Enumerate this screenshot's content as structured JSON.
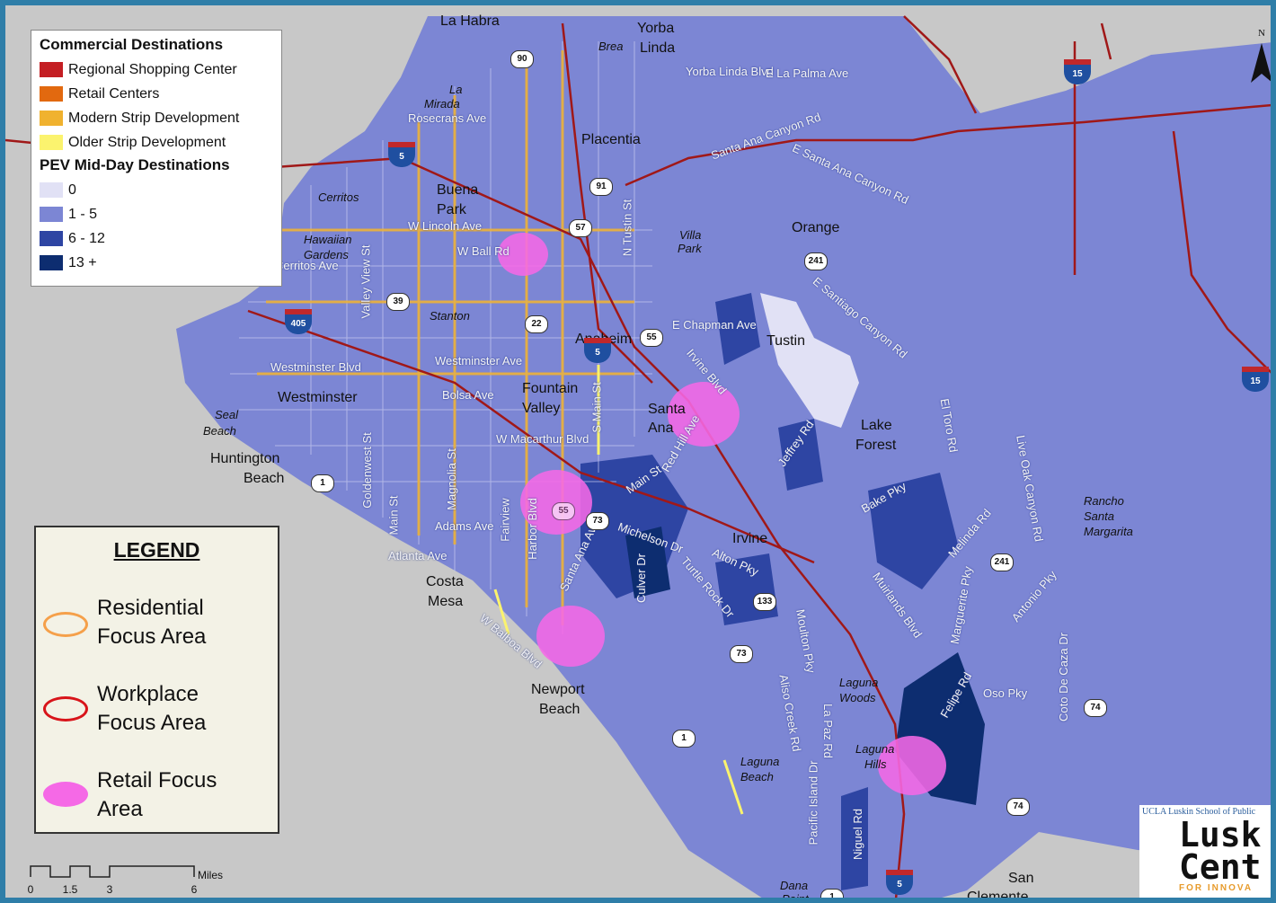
{
  "legend_commercial": {
    "title": "Commercial Destinations",
    "items": [
      {
        "label": "Regional Shopping Center",
        "color": "#c41e23"
      },
      {
        "label": "Retail Centers",
        "color": "#e2690f"
      },
      {
        "label": "Modern Strip Development",
        "color": "#f0b22f"
      },
      {
        "label": "Older Strip Development",
        "color": "#fbf36e"
      }
    ]
  },
  "legend_pev": {
    "title": "PEV Mid-Day Destinations",
    "items": [
      {
        "label": "0",
        "color": "#e1e1f5"
      },
      {
        "label": "1 - 5",
        "color": "#7c86d4"
      },
      {
        "label": "6 - 12",
        "color": "#2e45a3"
      },
      {
        "label": "13 +",
        "color": "#0d2d70"
      }
    ]
  },
  "legend_focus": {
    "title": "LEGEND",
    "items": [
      {
        "label_line1": "Residential",
        "label_line2": "Focus Area",
        "color": "#f5a04a",
        "style": "outline"
      },
      {
        "label_line1": "Workplace",
        "label_line2": "Focus Area",
        "color": "#d8141a",
        "style": "outline"
      },
      {
        "label_line1": "Retail Focus",
        "label_line2": "Area",
        "color": "#f569e6",
        "style": "filled"
      }
    ]
  },
  "places": [
    {
      "name": "La Habra",
      "italic": false
    },
    {
      "name": "Yorba",
      "italic": false
    },
    {
      "name": "Linda",
      "italic": false
    },
    {
      "name": "Brea",
      "italic": true
    },
    {
      "name": "La",
      "italic": true
    },
    {
      "name": "Mirada",
      "italic": true
    },
    {
      "name": "Placentia",
      "italic": false
    },
    {
      "name": "Cerritos",
      "italic": true
    },
    {
      "name": "Buena",
      "italic": false
    },
    {
      "name": "Park",
      "italic": false
    },
    {
      "name": "Hawaiian",
      "italic": true
    },
    {
      "name": "Gardens",
      "italic": true
    },
    {
      "name": "Villa",
      "italic": true
    },
    {
      "name": "Park",
      "italic": true
    },
    {
      "name": "Orange",
      "italic": false
    },
    {
      "name": "Stanton",
      "italic": true
    },
    {
      "name": "Anaheim",
      "italic": false
    },
    {
      "name": "Tustin",
      "italic": false
    },
    {
      "name": "Westminster",
      "italic": false
    },
    {
      "name": "Fountain",
      "italic": false
    },
    {
      "name": "Valley",
      "italic": false
    },
    {
      "name": "Santa",
      "italic": false
    },
    {
      "name": "Ana",
      "italic": false
    },
    {
      "name": "Seal",
      "italic": true
    },
    {
      "name": "Beach",
      "italic": true
    },
    {
      "name": "Huntington",
      "italic": false
    },
    {
      "name": "Beach",
      "italic": false
    },
    {
      "name": "Lake",
      "italic": false
    },
    {
      "name": "Forest",
      "italic": false
    },
    {
      "name": "Rancho",
      "italic": true
    },
    {
      "name": "Santa",
      "italic": true
    },
    {
      "name": "Margarita",
      "italic": true
    },
    {
      "name": "Irvine",
      "italic": false
    },
    {
      "name": "Costa",
      "italic": false
    },
    {
      "name": "Mesa",
      "italic": false
    },
    {
      "name": "Newport",
      "italic": false
    },
    {
      "name": "Beach",
      "italic": false
    },
    {
      "name": "Laguna",
      "italic": true
    },
    {
      "name": "Woods",
      "italic": true
    },
    {
      "name": "Laguna",
      "italic": true
    },
    {
      "name": "Beach",
      "italic": true
    },
    {
      "name": "Laguna",
      "italic": true
    },
    {
      "name": "Hills",
      "italic": true
    },
    {
      "name": "Dana",
      "italic": true
    },
    {
      "name": "Point",
      "italic": true
    },
    {
      "name": "San",
      "italic": false
    },
    {
      "name": "Clemente",
      "italic": false
    }
  ],
  "roads": [
    "Yorba Linda Blvd",
    "E La Palma Ave",
    "Rosecrans Ave",
    "Santa Ana Canyon Rd",
    "E Santa Ana Canyon Rd",
    "W Lincoln Ave",
    "W Ball Rd",
    "N Tustin St",
    "Valley View St",
    "E Santiago Canyon Rd",
    "E Chapman Ave",
    "Westminster Ave",
    "Westminster Blvd",
    "Bolsa Ave",
    "S Main St",
    "Irvine Blvd",
    "El Toro Rd",
    "W Macarthur Blvd",
    "Red Hill Ave",
    "Jeffrey Rd",
    "Live Oak Canyon Rd",
    "Goldenwest St",
    "Main St",
    "Magnolia St",
    "Fairview",
    "Harbor Blvd",
    "Main St",
    "Bake Pky",
    "Adams Ave",
    "Michelson Dr",
    "Alton Pky",
    "Melinda Rd",
    "Atlanta Ave",
    "Santa Ana Ave",
    "Culver Dr",
    "Turtle Rock Dr",
    "Muirlands Blvd",
    "Marguerite Pky",
    "Antonio Pky",
    "W Balboa Blvd",
    "Moulton Pky",
    "Aliso Creek Rd",
    "La Paz Rd",
    "Felipe Rd",
    "Oso Pky",
    "Coto De Caza Dr",
    "Pacific Island Dr",
    "Niguel Rd",
    "Cerritos Ave"
  ],
  "shields": {
    "state": [
      "90",
      "91",
      "57",
      "39",
      "22",
      "55",
      "73",
      "1",
      "241",
      "133",
      "73",
      "1",
      "74",
      "74",
      "241",
      "1",
      "55"
    ],
    "interstate": [
      "15",
      "5",
      "405",
      "5",
      "15",
      "5"
    ]
  },
  "north_label": "N",
  "scale": {
    "ticks": [
      "0",
      "1.5",
      "3",
      "6"
    ],
    "unit": "Miles"
  },
  "logo": {
    "top": "UCLA Luskin School of Public",
    "line1": "Lusk",
    "line2": "Cent",
    "line3": "FOR INNOVA"
  }
}
